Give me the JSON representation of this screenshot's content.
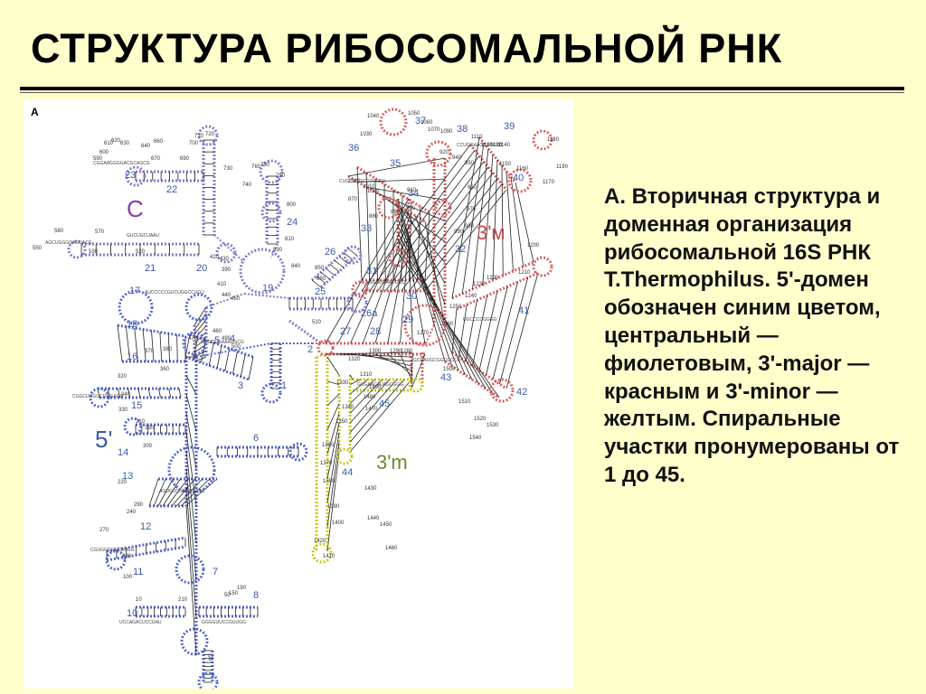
{
  "slide": {
    "title": "СТРУКТУРА РИБОСОМАЛЬНОЙ РНК",
    "caption": "А. Вторичная структура и доменная организация рибосомальной 16S РНК T.Thermophilus. 5'-домен обозначен синим цветом, центральный — фиолетовым, 3'-major — красным и 3'-minor — желтым. Спиральные участки пронумерованы от 1 до 45."
  },
  "figure": {
    "panel_label": "A",
    "colors": {
      "five_prime": "#5566cc",
      "central": "#8a78c8",
      "three_major": "#d86060",
      "three_minor": "#c8c81e",
      "number_text": "#3a5aa8",
      "domain_central_text": "#8a3aa8",
      "domain_3M_text": "#c04848",
      "domain_3m_text": "#6a8a2a",
      "domain_5_text": "#3a5aa8"
    },
    "domain_labels": {
      "five_prime": "5'",
      "central": "C",
      "three_major": "3'м",
      "three_minor": "3'm"
    },
    "helix_numbers": [
      {
        "label": "1"
      },
      {
        "label": "2"
      },
      {
        "label": "3"
      },
      {
        "label": "4"
      },
      {
        "label": "5"
      },
      {
        "label": "6"
      },
      {
        "label": "7"
      },
      {
        "label": "8"
      },
      {
        "label": "9"
      },
      {
        "label": "10"
      },
      {
        "label": "11"
      },
      {
        "label": "12"
      },
      {
        "label": "13"
      },
      {
        "label": "14"
      },
      {
        "label": "15"
      },
      {
        "label": "16"
      },
      {
        "label": "17"
      },
      {
        "label": "18"
      },
      {
        "label": "19"
      },
      {
        "label": "20"
      },
      {
        "label": "21"
      },
      {
        "label": "22"
      },
      {
        "label": "23"
      },
      {
        "label": "24"
      },
      {
        "label": "25"
      },
      {
        "label": "26"
      },
      {
        "label": "26a"
      },
      {
        "label": "27"
      },
      {
        "label": "28"
      },
      {
        "label": "29"
      },
      {
        "label": "30"
      },
      {
        "label": "31"
      },
      {
        "label": "32"
      },
      {
        "label": "33"
      },
      {
        "label": "34"
      },
      {
        "label": "35"
      },
      {
        "label": "36"
      },
      {
        "label": "37"
      },
      {
        "label": "38"
      },
      {
        "label": "39"
      },
      {
        "label": "40"
      },
      {
        "label": "41"
      },
      {
        "label": "42"
      },
      {
        "label": "43"
      },
      {
        "label": "44"
      },
      {
        "label": "45"
      }
    ],
    "position_numbers": [
      "10",
      "50",
      "100",
      "150",
      "190",
      "210",
      "220",
      "230",
      "240",
      "270",
      "290",
      "300",
      "310",
      "320",
      "330",
      "340",
      "350",
      "360",
      "370",
      "380",
      "390",
      "410",
      "420",
      "430",
      "440",
      "450",
      "460",
      "470",
      "490",
      "500",
      "510",
      "520",
      "530",
      "550",
      "570",
      "580",
      "590",
      "600",
      "610",
      "620",
      "630",
      "640",
      "660",
      "670",
      "690",
      "700",
      "710",
      "720",
      "730",
      "740",
      "760",
      "780",
      "790",
      "800",
      "810",
      "830",
      "840",
      "850",
      "860",
      "870",
      "880",
      "890",
      "900",
      "910",
      "920",
      "940",
      "950",
      "960",
      "970",
      "980",
      "990",
      "1000",
      "1010",
      "1020",
      "1030",
      "1040",
      "1050",
      "1060",
      "1070",
      "1090",
      "1110",
      "1120",
      "1130",
      "1140",
      "1150",
      "1160",
      "1170",
      "1180",
      "1190",
      "1200",
      "1210",
      "1220",
      "1230",
      "1240",
      "1250",
      "1260",
      "1270",
      "1280",
      "1290",
      "1300",
      "1310",
      "1320",
      "1330",
      "1340",
      "1350",
      "1360",
      "1370",
      "1380",
      "1390",
      "1400",
      "1410",
      "1420",
      "1430",
      "1440",
      "1450",
      "1460",
      "1470",
      "1480",
      "1490",
      "1500",
      "1510",
      "1520",
      "1530",
      "1540"
    ],
    "sequence_fragments": [
      "AGCUGGGGAGUACG",
      "GUCUGCUAAU",
      "CGGAAGGGGACGCAGCG",
      "AUCCCCCGUCUGGCCUGU",
      "CGGCUGGUCGGGAGG",
      "GCGGUGAAAUGCG",
      "AGUGUCUCAGUCCC",
      "CGUGGCGGCAUGG",
      "UCCAGACUCCGAU",
      "GGGGUUCCGUUGG",
      "CUGCUGGCCCUCGU",
      "AGGGUGAAUGCC",
      "CCUGGAAGCACGCC",
      "UGCCCCGGGG",
      "GCGAUGCGGCGGCU",
      "GUGAACAUAGCGGG"
    ]
  }
}
